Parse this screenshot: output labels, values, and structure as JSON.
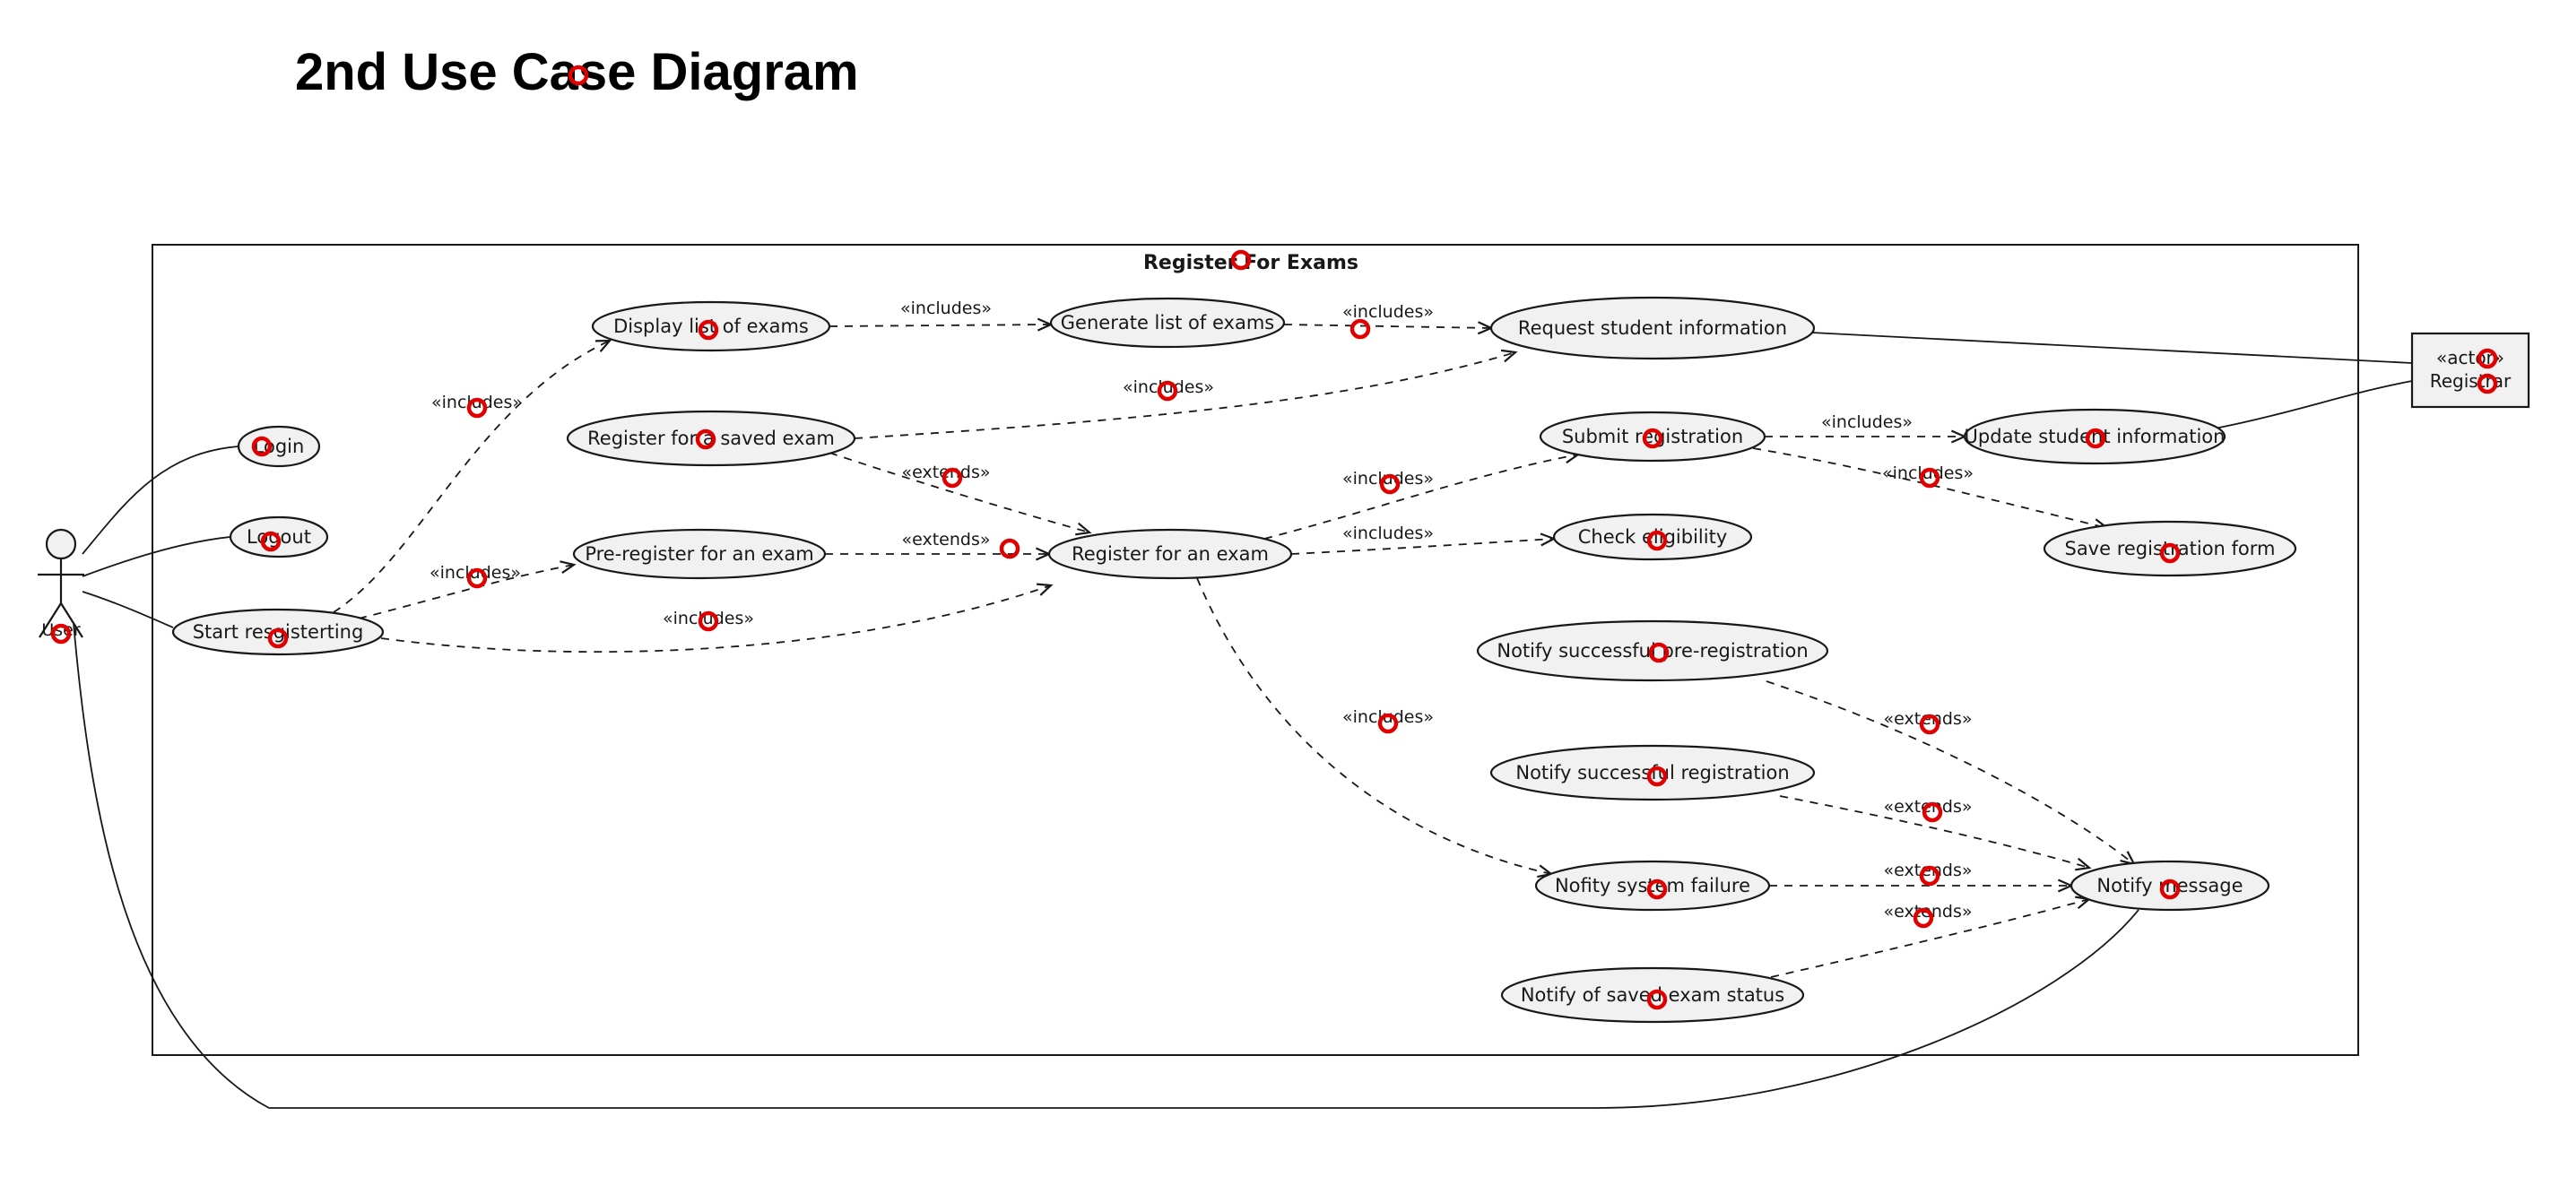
{
  "title": "2nd Use Case Diagram",
  "system": "Register For Exams",
  "actors": {
    "user": "User",
    "registrar": [
      "«actor»",
      "Registrar"
    ]
  },
  "use_cases": [
    {
      "id": "login",
      "label": "Login"
    },
    {
      "id": "logout",
      "label": "Logout"
    },
    {
      "id": "start",
      "label": "Start resgisterting"
    },
    {
      "id": "display",
      "label": "Display list of exams"
    },
    {
      "id": "saved",
      "label": "Register for a saved exam"
    },
    {
      "id": "prereg",
      "label": "Pre-register for an exam"
    },
    {
      "id": "generate",
      "label": "Generate list of exams"
    },
    {
      "id": "register",
      "label": "Register for an exam"
    },
    {
      "id": "request",
      "label": "Request student information"
    },
    {
      "id": "submit",
      "label": "Submit registration"
    },
    {
      "id": "check",
      "label": "Check eligibility"
    },
    {
      "id": "update",
      "label": "Update student information"
    },
    {
      "id": "saveform",
      "label": "Save registration form"
    },
    {
      "id": "n_pre",
      "label": "Notify successful pre-registration"
    },
    {
      "id": "n_reg",
      "label": "Notify successful registration"
    },
    {
      "id": "n_fail",
      "label": "Nofity system failure"
    },
    {
      "id": "n_saved",
      "label": "Notify of saved exam status"
    },
    {
      "id": "n_msg",
      "label": "Notify message"
    }
  ],
  "relations": [
    {
      "type": "association",
      "from": "user",
      "to": "login"
    },
    {
      "type": "association",
      "from": "user",
      "to": "logout"
    },
    {
      "type": "association",
      "from": "user",
      "to": "start"
    },
    {
      "type": "association",
      "from": "user",
      "to": "n_msg"
    },
    {
      "type": "association",
      "from": "request",
      "to": "registrar"
    },
    {
      "type": "association",
      "from": "update",
      "to": "registrar"
    },
    {
      "type": "dependency",
      "from": "start",
      "to": "display",
      "label": "«includes»"
    },
    {
      "type": "dependency",
      "from": "start",
      "to": "prereg",
      "label": "«includes»"
    },
    {
      "type": "dependency",
      "from": "start",
      "to": "register",
      "label": "«includes»"
    },
    {
      "type": "dependency",
      "from": "display",
      "to": "generate",
      "label": "«includes»"
    },
    {
      "type": "dependency",
      "from": "generate",
      "to": "request",
      "label": "«includes»"
    },
    {
      "type": "dependency",
      "from": "saved",
      "to": "request",
      "label": "«includes»"
    },
    {
      "type": "dependency",
      "from": "saved",
      "to": "register",
      "label": "«extends»"
    },
    {
      "type": "dependency",
      "from": "prereg",
      "to": "register",
      "label": "«extends»"
    },
    {
      "type": "dependency",
      "from": "register",
      "to": "submit",
      "label": "«includes»"
    },
    {
      "type": "dependency",
      "from": "register",
      "to": "check",
      "label": "«includes»"
    },
    {
      "type": "dependency",
      "from": "register",
      "to": "n_fail",
      "label": "«includes»"
    },
    {
      "type": "dependency",
      "from": "submit",
      "to": "update",
      "label": "«includes»"
    },
    {
      "type": "dependency",
      "from": "submit",
      "to": "saveform",
      "label": "«includes»"
    },
    {
      "type": "dependency",
      "from": "n_pre",
      "to": "n_msg",
      "label": "«extends»"
    },
    {
      "type": "dependency",
      "from": "n_reg",
      "to": "n_msg",
      "label": "«extends»"
    },
    {
      "type": "dependency",
      "from": "n_fail",
      "to": "n_msg",
      "label": "«extends»"
    },
    {
      "type": "dependency",
      "from": "n_saved",
      "to": "n_msg",
      "label": "«extends»"
    }
  ],
  "colors": {
    "line": "#181818",
    "use_case_fill": "#f1f1f1",
    "marker": "#e00000"
  }
}
